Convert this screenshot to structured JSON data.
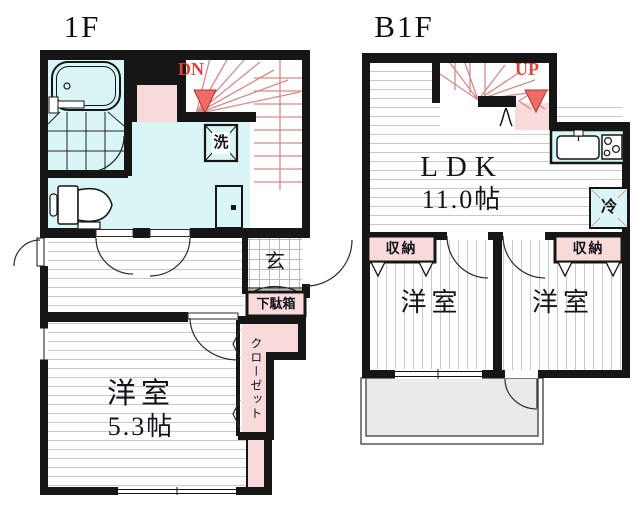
{
  "floor_1f": {
    "label": "1F",
    "stair_marker": "DN",
    "washer_label": "洗",
    "entrance_label": "玄",
    "shoe_cabinet_label": "下駄箱",
    "closet_label": "クローゼット",
    "room": {
      "name": "洋室",
      "size": "5.3帖"
    }
  },
  "floor_b1f": {
    "label": "B1F",
    "stair_marker": "UP",
    "ldk": {
      "name": "LDK",
      "size": "11.0帖"
    },
    "fridge_label": "冷",
    "storage_left_label": "収納",
    "storage_right_label": "収納",
    "room_left": {
      "name": "洋室"
    },
    "room_right": {
      "name": "洋室"
    }
  },
  "colors": {
    "wall": "#161616",
    "accent_pink": "#f8dada",
    "accent_cyan": "#d9f5f5",
    "stair_line": "#d98888",
    "marker_red": "#e0423a",
    "floor_line": "#c9c9c9",
    "terrace_gray": "#eaeaea"
  }
}
